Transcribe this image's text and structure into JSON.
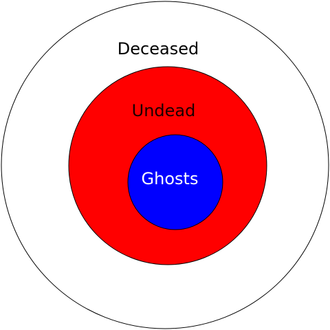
{
  "diagram": {
    "outer": {
      "label": "Deceased",
      "fill": "#ffffff",
      "text_color": "#000000"
    },
    "middle": {
      "label": "Undead",
      "fill": "#ff0000",
      "text_color": "#1a0000"
    },
    "inner": {
      "label": "Ghosts",
      "fill": "#0000ff",
      "text_color": "#ffffff"
    },
    "stroke_color": "#000000"
  }
}
